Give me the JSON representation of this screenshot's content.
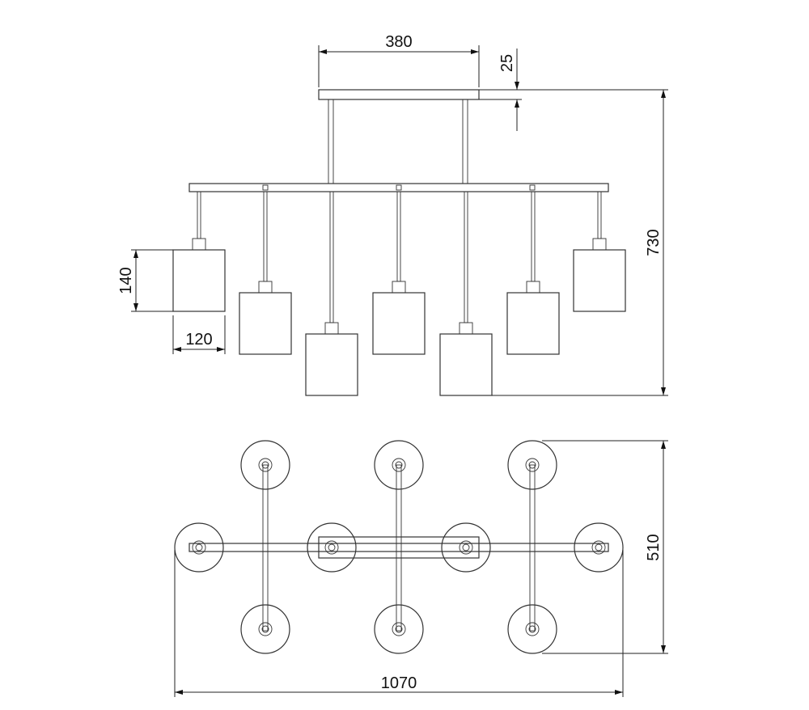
{
  "dimensions": {
    "canopy_width": "380",
    "canopy_height": "25",
    "total_height": "730",
    "shade_height": "140",
    "shade_width": "120",
    "total_width": "1070",
    "total_depth": "510"
  }
}
